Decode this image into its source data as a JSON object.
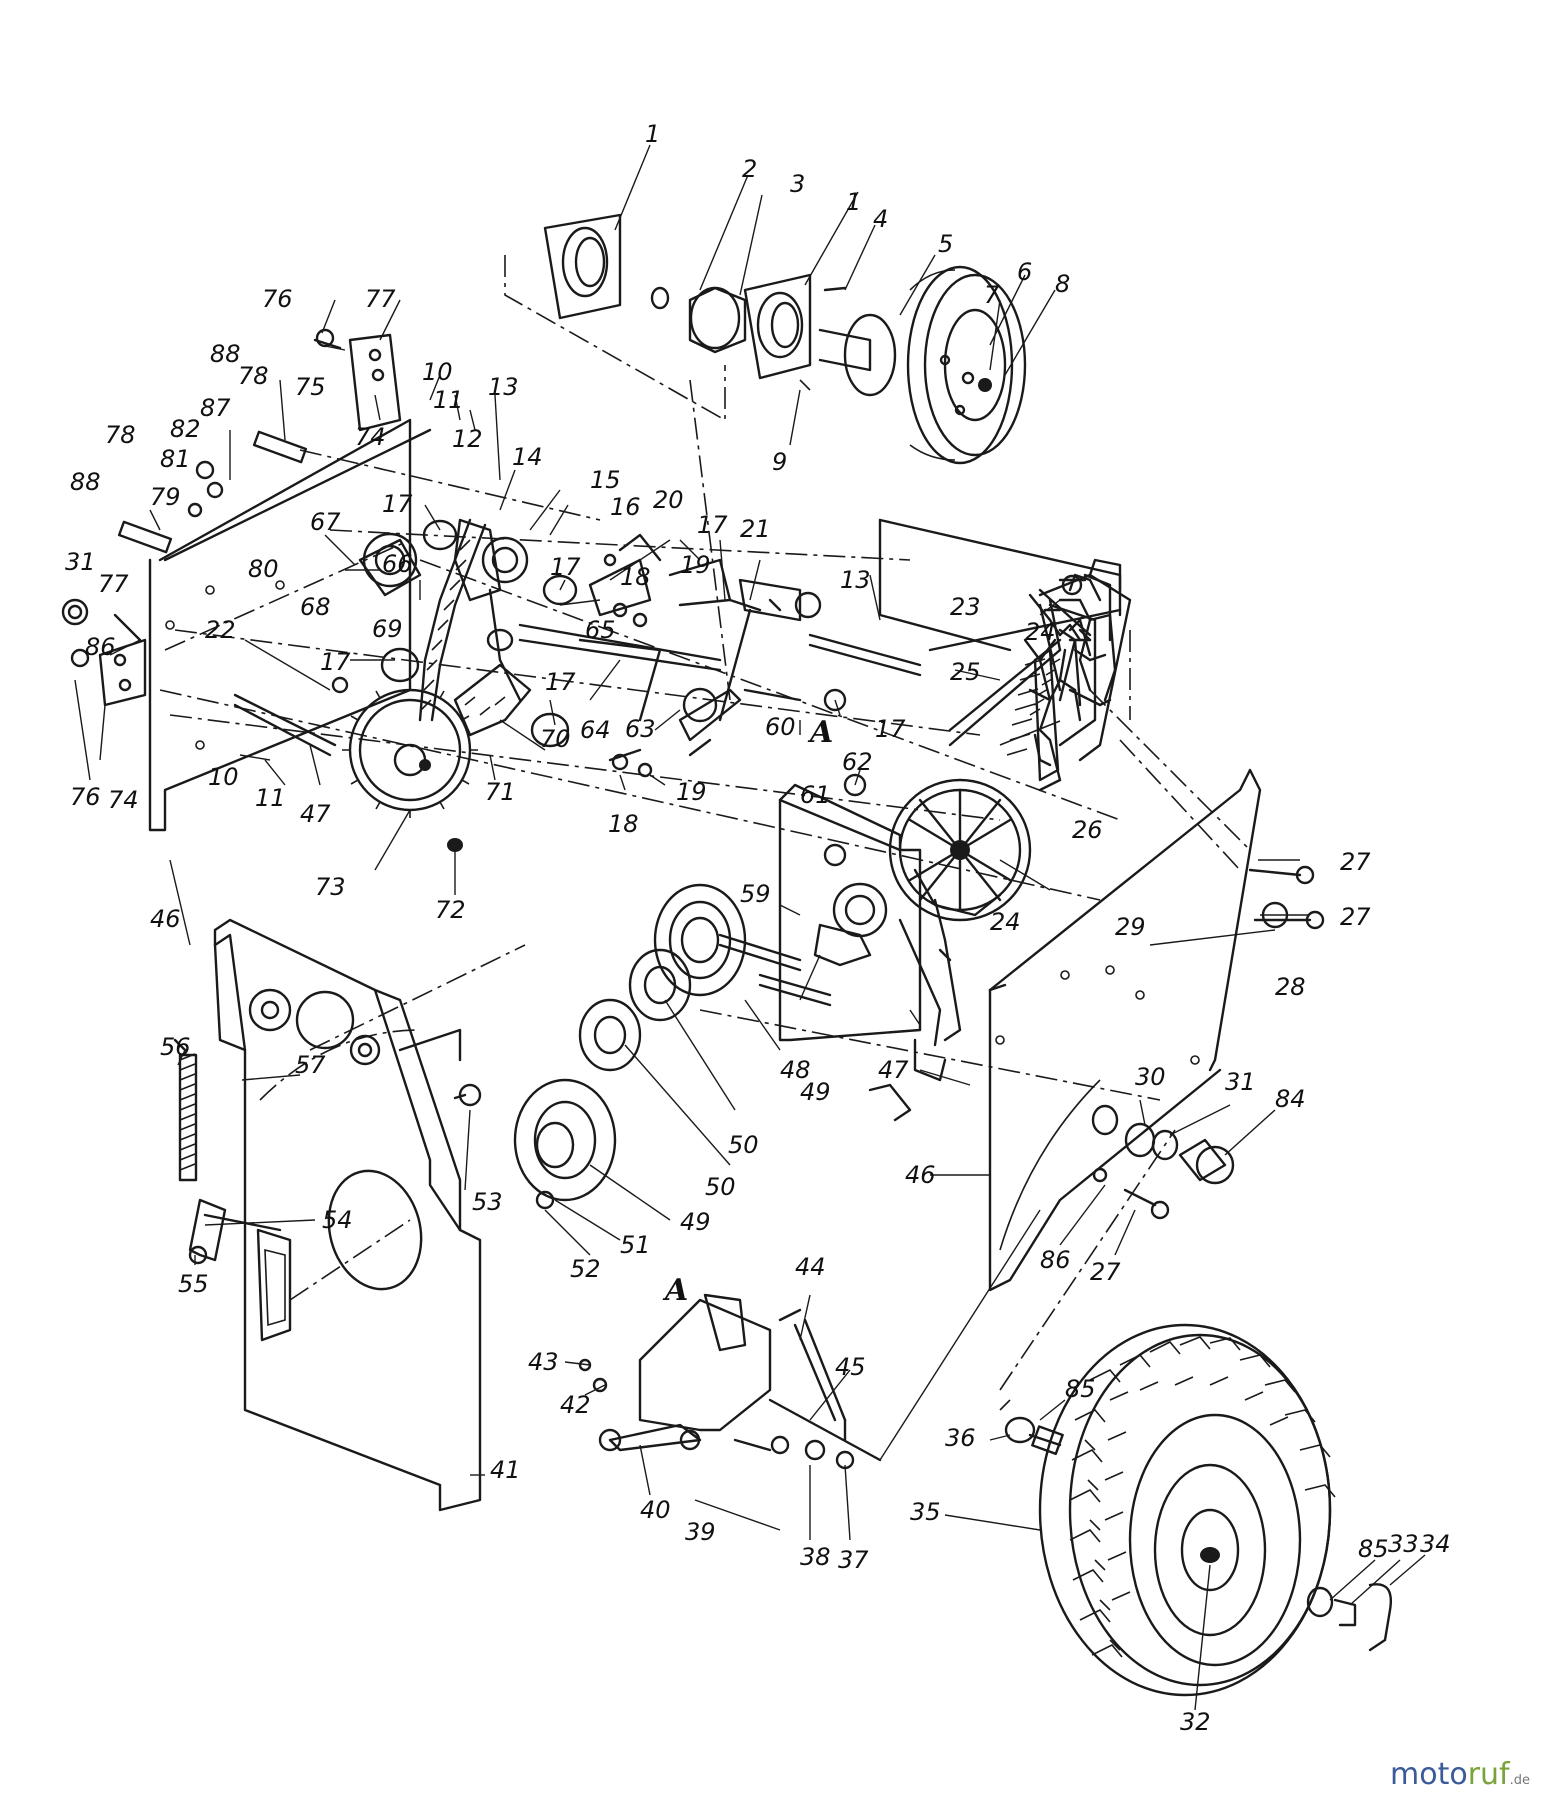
{
  "diagram": {
    "callouts": [
      {
        "id": "c1a",
        "text": "1"
      },
      {
        "id": "c2",
        "text": "2"
      },
      {
        "id": "c3",
        "text": "3"
      },
      {
        "id": "c1b",
        "text": "1"
      },
      {
        "id": "c4",
        "text": "4"
      },
      {
        "id": "c5",
        "text": "5"
      },
      {
        "id": "c6",
        "text": "6"
      },
      {
        "id": "c7",
        "text": "7"
      },
      {
        "id": "c8",
        "text": "8"
      },
      {
        "id": "c9",
        "text": "9"
      },
      {
        "id": "c76a",
        "text": "76"
      },
      {
        "id": "c77a",
        "text": "77"
      },
      {
        "id": "c75",
        "text": "75"
      },
      {
        "id": "c74a",
        "text": "74"
      },
      {
        "id": "c88a",
        "text": "88"
      },
      {
        "id": "c78a",
        "text": "78"
      },
      {
        "id": "c10a",
        "text": "10"
      },
      {
        "id": "c11a",
        "text": "11"
      },
      {
        "id": "c12",
        "text": "12"
      },
      {
        "id": "c13a",
        "text": "13"
      },
      {
        "id": "c87",
        "text": "87"
      },
      {
        "id": "c82",
        "text": "82"
      },
      {
        "id": "c78b",
        "text": "78"
      },
      {
        "id": "c88b",
        "text": "88"
      },
      {
        "id": "c81",
        "text": "81"
      },
      {
        "id": "c79",
        "text": "79"
      },
      {
        "id": "c80",
        "text": "80"
      },
      {
        "id": "c17a",
        "text": "17"
      },
      {
        "id": "c14",
        "text": "14"
      },
      {
        "id": "c15",
        "text": "15"
      },
      {
        "id": "c16",
        "text": "16"
      },
      {
        "id": "c20",
        "text": "20"
      },
      {
        "id": "c17b",
        "text": "17"
      },
      {
        "id": "c21",
        "text": "21"
      },
      {
        "id": "c67",
        "text": "67"
      },
      {
        "id": "c66",
        "text": "66"
      },
      {
        "id": "c17c",
        "text": "17"
      },
      {
        "id": "c18a",
        "text": "18"
      },
      {
        "id": "c19a",
        "text": "19"
      },
      {
        "id": "c13b",
        "text": "13"
      },
      {
        "id": "c23",
        "text": "23"
      },
      {
        "id": "c31a",
        "text": "31"
      },
      {
        "id": "c77b",
        "text": "77"
      },
      {
        "id": "c68",
        "text": "68"
      },
      {
        "id": "c69",
        "text": "69"
      },
      {
        "id": "c65",
        "text": "65"
      },
      {
        "id": "c24a",
        "text": "24"
      },
      {
        "id": "c22",
        "text": "22"
      },
      {
        "id": "c17d",
        "text": "17"
      },
      {
        "id": "c17e",
        "text": "17"
      },
      {
        "id": "c25",
        "text": "25"
      },
      {
        "id": "c86a",
        "text": "86"
      },
      {
        "id": "c64",
        "text": "64"
      },
      {
        "id": "c63",
        "text": "63"
      },
      {
        "id": "c17f",
        "text": "17"
      },
      {
        "id": "c10b",
        "text": "10"
      },
      {
        "id": "c70",
        "text": "70"
      },
      {
        "id": "c60",
        "text": "60"
      },
      {
        "id": "c62",
        "text": "62"
      },
      {
        "id": "c11b",
        "text": "11"
      },
      {
        "id": "c47a",
        "text": "47"
      },
      {
        "id": "c71",
        "text": "71"
      },
      {
        "id": "c18b",
        "text": "18"
      },
      {
        "id": "c19b",
        "text": "19"
      },
      {
        "id": "c61",
        "text": "61"
      },
      {
        "id": "c26",
        "text": "26"
      },
      {
        "id": "c76b",
        "text": "76"
      },
      {
        "id": "c74b",
        "text": "74"
      },
      {
        "id": "c73",
        "text": "73"
      },
      {
        "id": "c27a",
        "text": "27"
      },
      {
        "id": "c59",
        "text": "59"
      },
      {
        "id": "c27b",
        "text": "27"
      },
      {
        "id": "c46a",
        "text": "46"
      },
      {
        "id": "c72",
        "text": "72"
      },
      {
        "id": "c24b",
        "text": "24"
      },
      {
        "id": "c29",
        "text": "29"
      },
      {
        "id": "c28",
        "text": "28"
      },
      {
        "id": "c48",
        "text": "48"
      },
      {
        "id": "c47b",
        "text": "47"
      },
      {
        "id": "c49a",
        "text": "49"
      },
      {
        "id": "c56",
        "text": "56"
      },
      {
        "id": "c57",
        "text": "57"
      },
      {
        "id": "c30",
        "text": "30"
      },
      {
        "id": "c31b",
        "text": "31"
      },
      {
        "id": "c84",
        "text": "84"
      },
      {
        "id": "c50a",
        "text": "50"
      },
      {
        "id": "c46b",
        "text": "46"
      },
      {
        "id": "c50b",
        "text": "50"
      },
      {
        "id": "c53",
        "text": "53"
      },
      {
        "id": "c54",
        "text": "54"
      },
      {
        "id": "c49b",
        "text": "49"
      },
      {
        "id": "c51",
        "text": "51"
      },
      {
        "id": "c52",
        "text": "52"
      },
      {
        "id": "c86b",
        "text": "86"
      },
      {
        "id": "c27c",
        "text": "27"
      },
      {
        "id": "c55",
        "text": "55"
      },
      {
        "id": "c44",
        "text": "44"
      },
      {
        "id": "c43",
        "text": "43"
      },
      {
        "id": "c45",
        "text": "45"
      },
      {
        "id": "c85a",
        "text": "85"
      },
      {
        "id": "c42",
        "text": "42"
      },
      {
        "id": "c36",
        "text": "36"
      },
      {
        "id": "c40",
        "text": "40"
      },
      {
        "id": "c39",
        "text": "39"
      },
      {
        "id": "c41",
        "text": "41"
      },
      {
        "id": "c35",
        "text": "35"
      },
      {
        "id": "c38",
        "text": "38"
      },
      {
        "id": "c37",
        "text": "37"
      },
      {
        "id": "c85b",
        "text": "85"
      },
      {
        "id": "c33",
        "text": "33"
      },
      {
        "id": "c34",
        "text": "34"
      },
      {
        "id": "c32",
        "text": "32"
      }
    ],
    "markers": [
      {
        "id": "mA1",
        "text": "A"
      },
      {
        "id": "mA2",
        "text": "A"
      }
    ]
  },
  "watermark": {
    "part1": "moto",
    "part2": "ruf",
    "part3": ".de"
  }
}
